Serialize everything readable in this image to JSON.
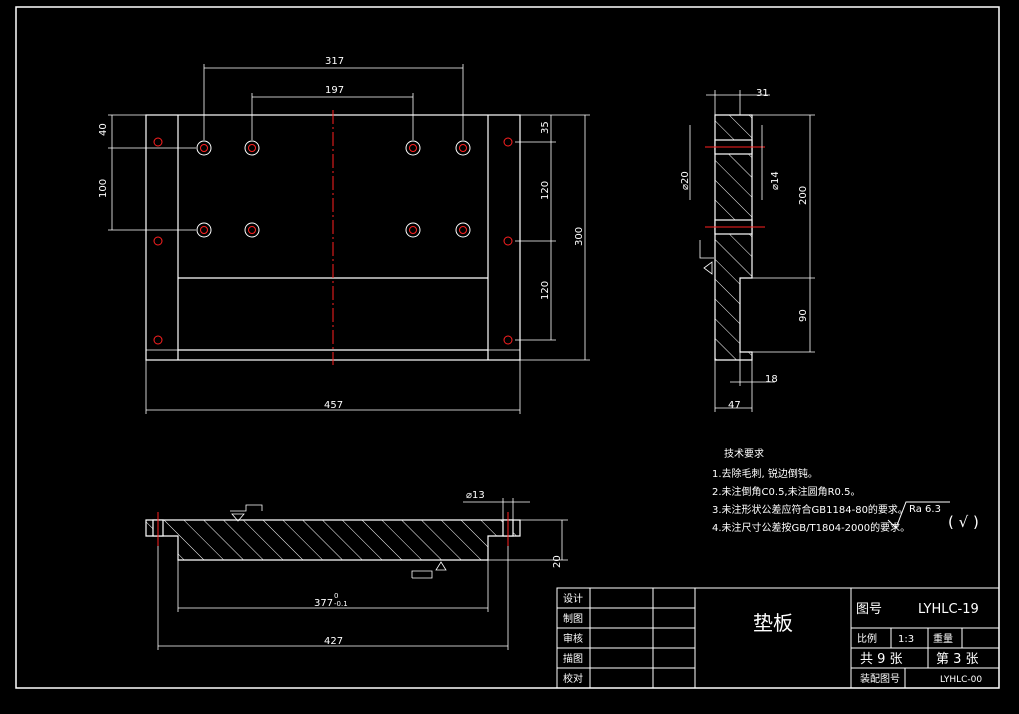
{
  "colors": {
    "background": "#000000",
    "lines": "#ffffff",
    "centerline": "#ff2020",
    "holes": "#ff2020"
  },
  "front_view": {
    "dims": {
      "d317": "317",
      "d197": "197",
      "d40": "40",
      "d100": "100",
      "d35": "35",
      "d120a": "120",
      "d120b": "120",
      "d300": "300",
      "d457": "457"
    }
  },
  "side_view": {
    "dims": {
      "d31": "31",
      "d20": "⌀20",
      "d14": "⌀14",
      "d200": "200",
      "d90": "90",
      "d18": "18",
      "d47": "47"
    }
  },
  "bottom_view": {
    "dims": {
      "d13": "⌀13",
      "d377": "377",
      "d377_tol": "0",
      "d377_tol2": "-0.1",
      "d427": "427",
      "d20": "20"
    }
  },
  "tech_requirements": {
    "title": "技术要求",
    "items": [
      "1.去除毛刺, 锐边倒钝。",
      "2.未注倒角C0.5,未注圆角R0.5。",
      "3.未注形状公差应符合GB1184-80的要求。",
      "4.未注尺寸公差按GB/T1804-2000的要求。"
    ],
    "roughness": "Ra 6.3",
    "roughness_general": "( √ )"
  },
  "title_block": {
    "rows": [
      "设计",
      "制图",
      "审核",
      "描图",
      "校对"
    ],
    "part_name": "垫板",
    "drawing_no_label": "图号",
    "drawing_no": "LYHLC-19",
    "scale_label": "比例",
    "scale": "1:3",
    "weight_label": "重量",
    "total_sheets": "共 9 张",
    "sheet_no": "第 3 张",
    "assembly_label": "装配图号",
    "assembly_no": "LYHLC-00"
  }
}
